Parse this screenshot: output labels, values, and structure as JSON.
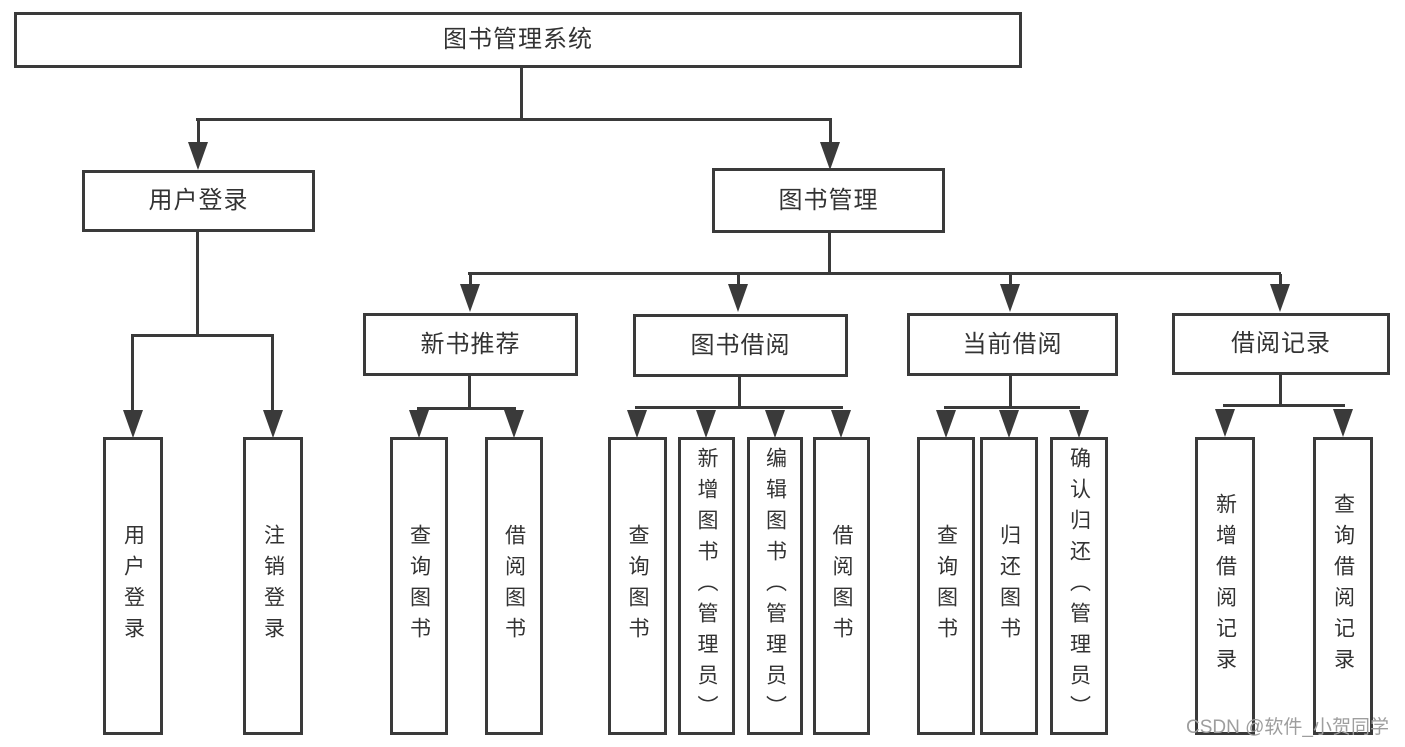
{
  "nodes": {
    "root": {
      "label": "图书管理系统"
    },
    "user_login": {
      "label": "用户登录"
    },
    "book_mgmt": {
      "label": "图书管理"
    },
    "new_book_rec": {
      "label": "新书推荐"
    },
    "book_borrow": {
      "label": "图书借阅"
    },
    "current_borrow": {
      "label": "当前借阅"
    },
    "borrow_record": {
      "label": "借阅记录"
    },
    "leaf_user_login": {
      "label": "用户登录"
    },
    "leaf_logout": {
      "label": "注销登录"
    },
    "leaf_query_book_1": {
      "label": "查询图书"
    },
    "leaf_borrow_book_1": {
      "label": "借阅图书"
    },
    "leaf_query_book_2": {
      "label": "查询图书"
    },
    "leaf_add_book": {
      "label": "新增图书（管理员）"
    },
    "leaf_edit_book": {
      "label": "编辑图书（管理员）"
    },
    "leaf_borrow_book_2": {
      "label": "借阅图书"
    },
    "leaf_query_book_3": {
      "label": "查询图书"
    },
    "leaf_return_book": {
      "label": "归还图书"
    },
    "leaf_confirm_return": {
      "label": "确认归还（管理员）"
    },
    "leaf_add_record": {
      "label": "新增借阅记录"
    },
    "leaf_query_record": {
      "label": "查询借阅记录"
    }
  },
  "hierarchy": {
    "图书管理系统": {
      "用户登录": [
        "用户登录",
        "注销登录"
      ],
      "图书管理": {
        "新书推荐": [
          "查询图书",
          "借阅图书"
        ],
        "图书借阅": [
          "查询图书",
          "新增图书（管理员）",
          "编辑图书（管理员）",
          "借阅图书"
        ],
        "当前借阅": [
          "查询图书",
          "归还图书",
          "确认归还（管理员）"
        ],
        "借阅记录": [
          "新增借阅记录",
          "查询借阅记录"
        ]
      }
    }
  },
  "watermark": {
    "text": "CSDN @软件_小贺同学"
  },
  "colors": {
    "line": "#3a3a3a",
    "text": "#333333",
    "watermark": "#9e9e9e",
    "background": "#ffffff"
  }
}
